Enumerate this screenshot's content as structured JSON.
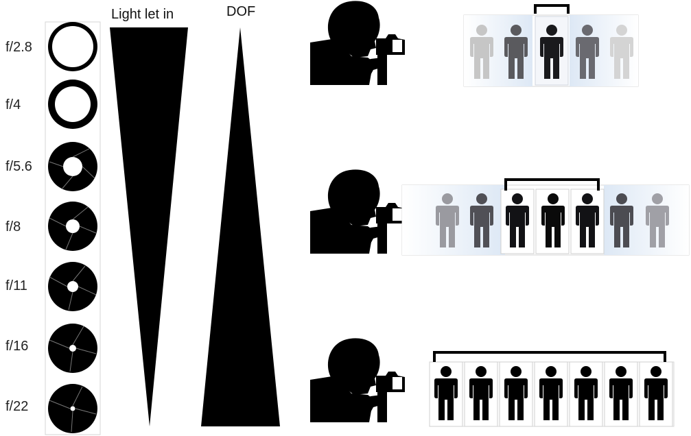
{
  "headers": {
    "light": "Light let in",
    "dof": "DOF"
  },
  "stops": [
    "f/2.8",
    "f/4",
    "f/5.6",
    "f/8",
    "f/11",
    "f/16",
    "f/22"
  ],
  "scenes": [
    {
      "name": "shallow-dof",
      "people": 5,
      "in_focus_count": 1
    },
    {
      "name": "medium-dof",
      "people": 7,
      "in_focus_count": 3
    },
    {
      "name": "deep-dof",
      "people": 7,
      "in_focus_count": 7
    }
  ],
  "colors": {
    "ink": "#000000",
    "panel_blue": "#e6eef8",
    "frame": "#d0d0d0"
  }
}
